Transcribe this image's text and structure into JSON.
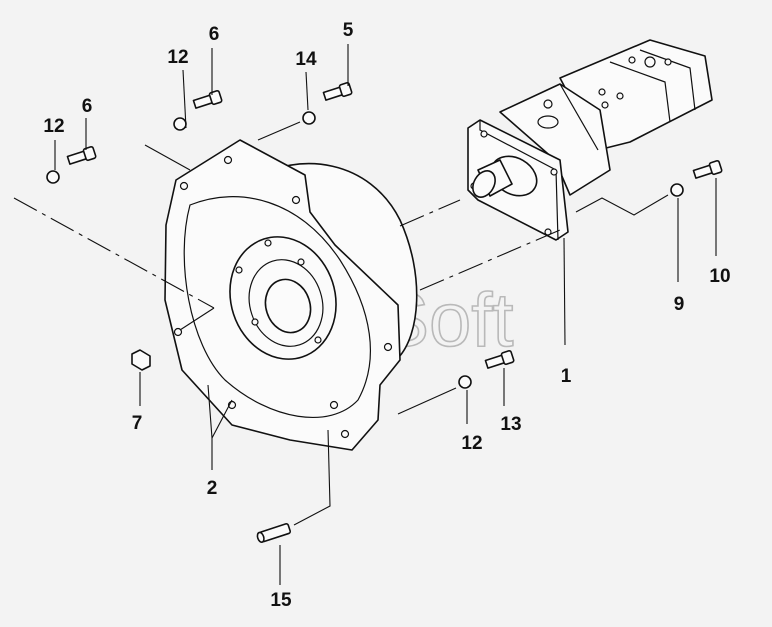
{
  "diagram": {
    "watermark": "AutoSoft",
    "callouts": [
      {
        "id": "12a",
        "label": "12"
      },
      {
        "id": "6a",
        "label": "6"
      },
      {
        "id": "12b",
        "label": "12"
      },
      {
        "id": "6b",
        "label": "6"
      },
      {
        "id": "14",
        "label": "14"
      },
      {
        "id": "5",
        "label": "5"
      },
      {
        "id": "10",
        "label": "10"
      },
      {
        "id": "9",
        "label": "9"
      },
      {
        "id": "1",
        "label": "1"
      },
      {
        "id": "13",
        "label": "13"
      },
      {
        "id": "12c",
        "label": "12"
      },
      {
        "id": "7",
        "label": "7"
      },
      {
        "id": "2",
        "label": "2"
      },
      {
        "id": "15",
        "label": "15"
      }
    ]
  }
}
